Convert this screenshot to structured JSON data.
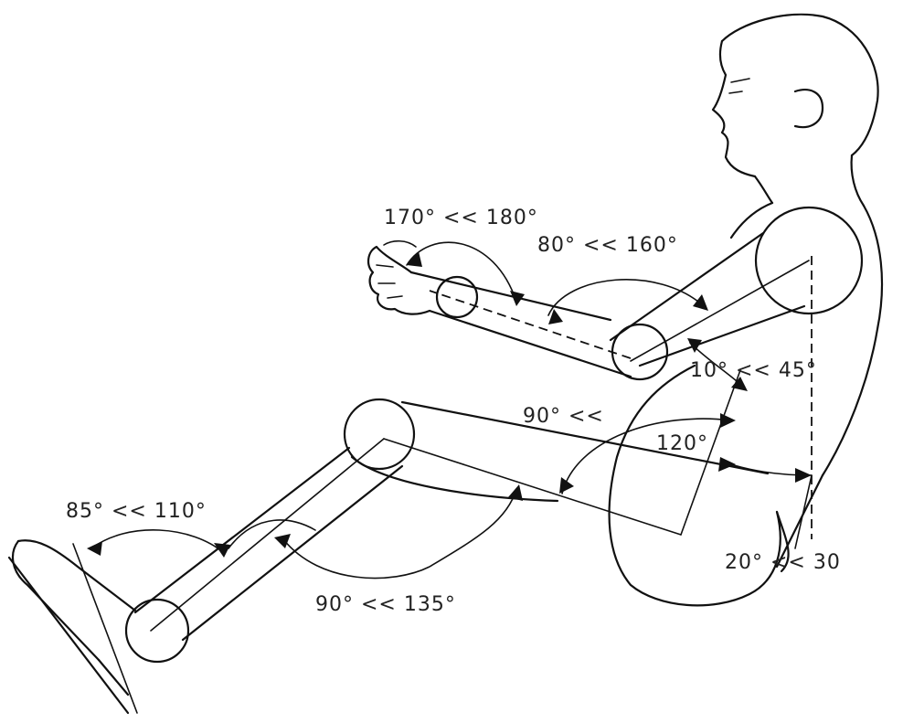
{
  "angles": {
    "wrist": "170° << 180°",
    "elbow": "80° << 160°",
    "shoulder": "10° << 45°",
    "hip": "90° << 120°",
    "trunk_recline": "20° << 30",
    "knee": "90° << 135°",
    "ankle": "85° << 110°"
  },
  "hip_parts": {
    "low": "90° <<",
    "high": "120°"
  }
}
